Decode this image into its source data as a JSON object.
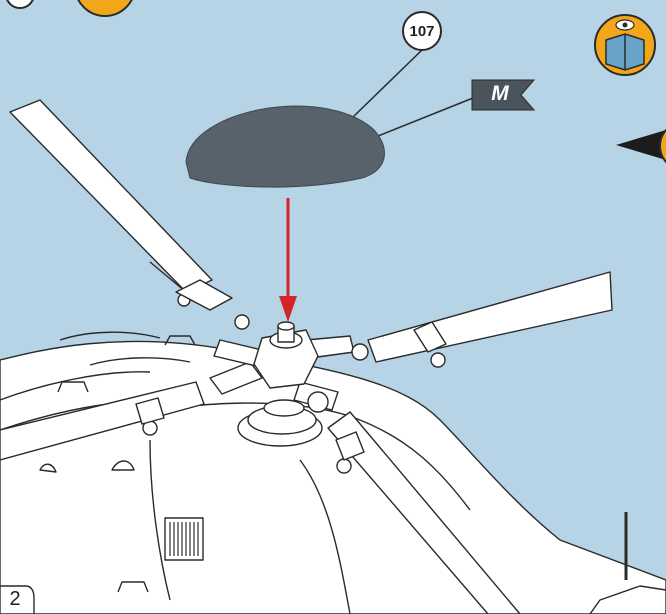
{
  "diagram": {
    "part_number": "107",
    "flag_letter": "M",
    "step_corner_text": "2"
  },
  "icons": {
    "top_left_badge": "yellow-circle-badge-icon",
    "view_badge": "eye-book-icon",
    "pointer": "black-triangle-pointer-icon",
    "arrow": "red-down-arrow-icon"
  },
  "colors": {
    "background": "#b7d3e6",
    "part_fill": "#57626a",
    "arrow": "#d4242a",
    "badge_yellow": "#f2a71b",
    "outline": "#2a2a2a",
    "model_fill": "#ffffff"
  }
}
